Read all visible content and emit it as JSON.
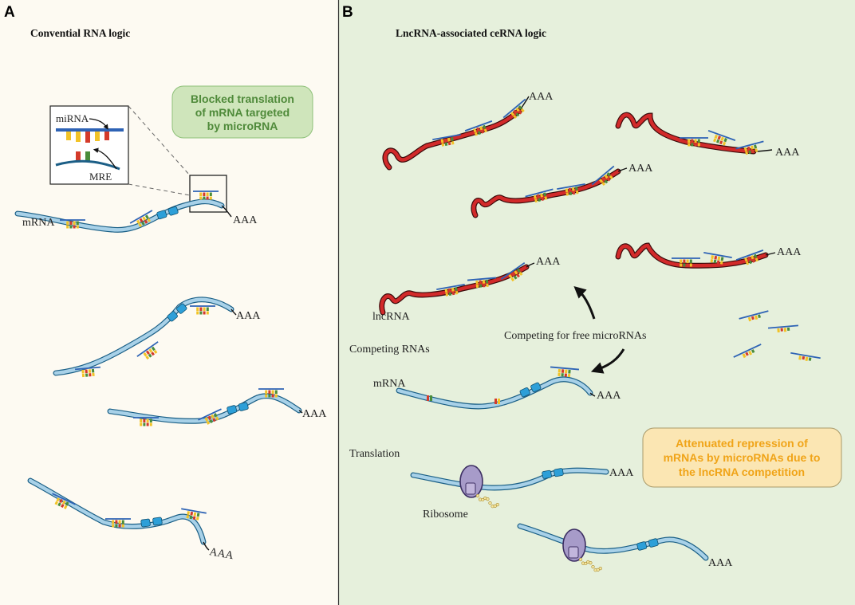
{
  "panel_a": {
    "letter": "A",
    "title": "Convential RNA logic",
    "callout": [
      "Blocked translation",
      "of mRNA targeted",
      "by microRNA"
    ],
    "inset_mirna_label": "miRNA",
    "inset_mre_label": "MRE",
    "mrna_label": "mRNA",
    "poly_a": "AAA"
  },
  "panel_b": {
    "letter": "B",
    "title": "LncRNA-associated ceRNA logic",
    "lncrna_label": "lncRNA",
    "competing_label": "Competing for free microRNAs",
    "competing_rnas_label": "Competing RNAs",
    "mrna_label": "mRNA",
    "translation_label": "Translation",
    "ribosome_label": "Ribosome",
    "callout": [
      "Attenuated repression of",
      "mRNAs by microRNAs due to",
      "the lncRNA competition"
    ],
    "poly_a": "AAA"
  },
  "colors": {
    "panel_a_bg": "#fdfaf2",
    "panel_b_bg": "#e6f0dc",
    "mrna_fill": "#a8d1e8",
    "lncrna_fill": "#d22a2a",
    "mirna_blue": "#2e63b5",
    "callout_green_bg": "#cfe5bb",
    "callout_orange_bg": "#fbe6b3",
    "ribosome": "#a79bc9"
  }
}
